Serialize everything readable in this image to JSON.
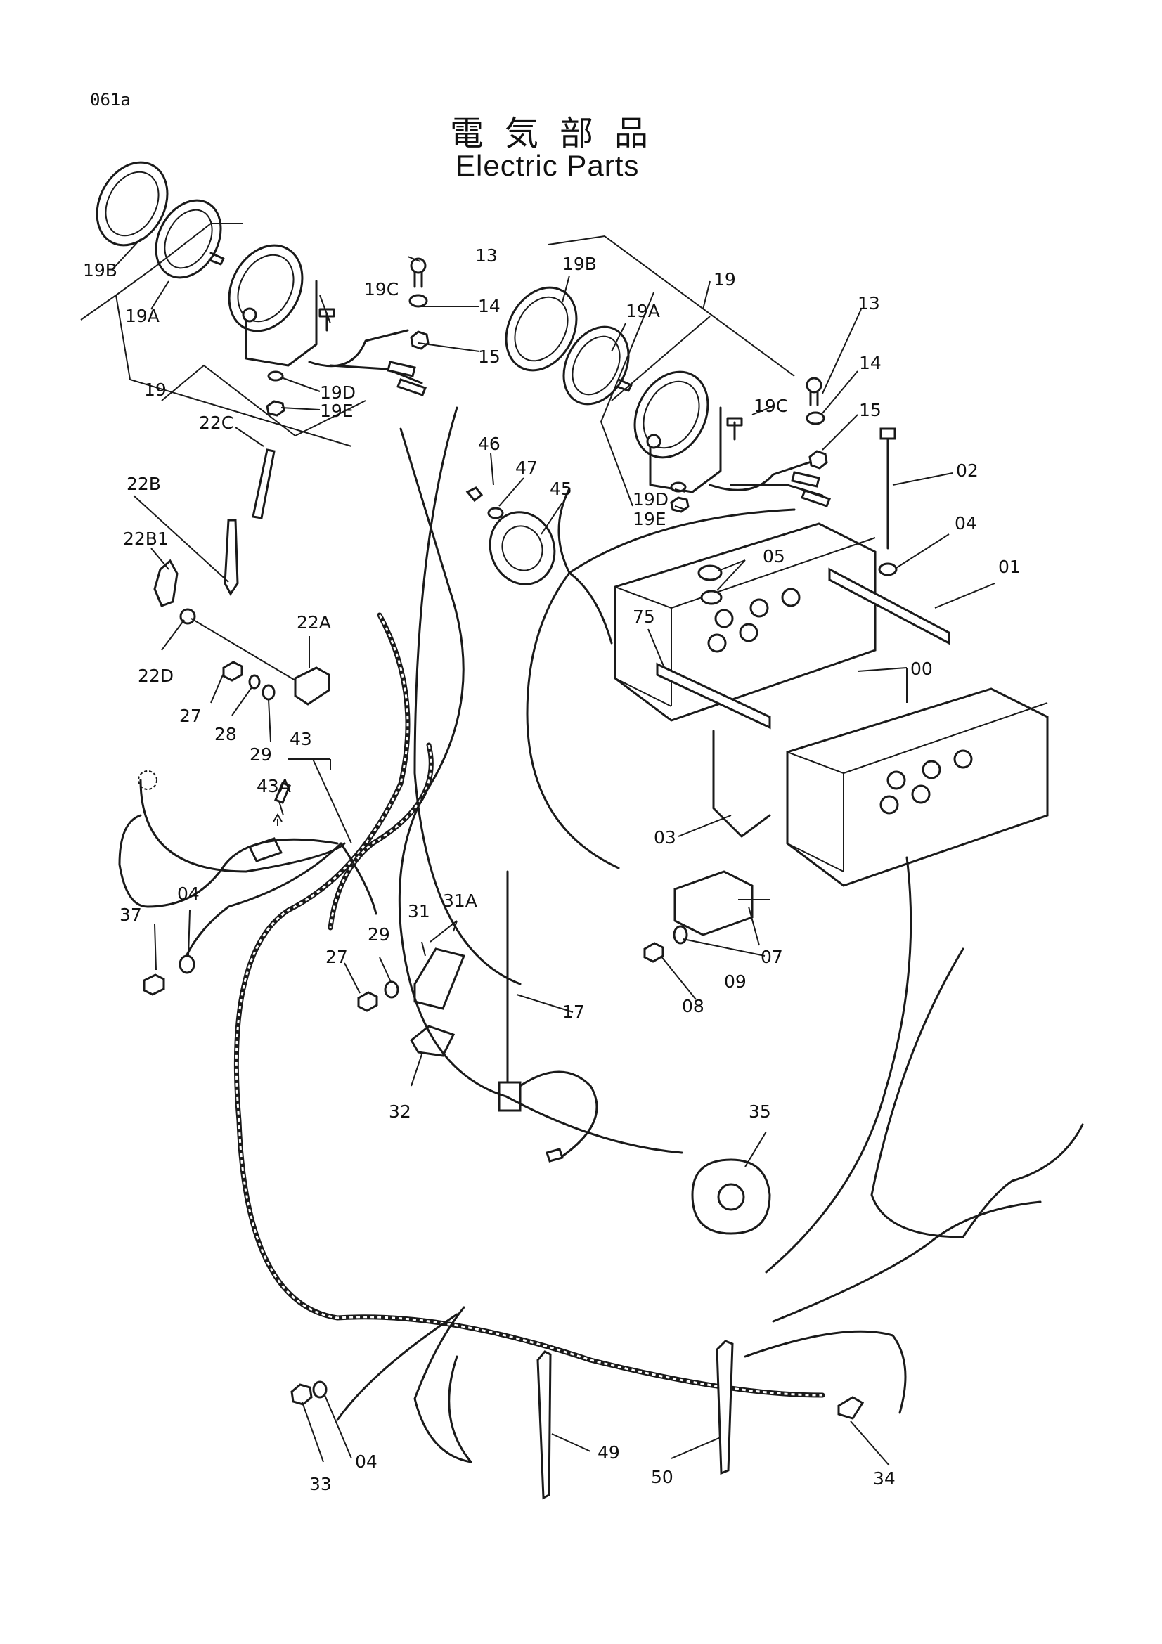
{
  "header": {
    "page_code": "061a",
    "title_jp": "電気部品",
    "title_en": "Electric Parts"
  },
  "callouts": {
    "c19B_l": "19B",
    "c19A_l": "19A",
    "c19_l": "19",
    "c19C_l": "19C",
    "c19D_l": "19D",
    "c19E_l": "19E",
    "c13_l": "13",
    "c14_l": "14",
    "c15_l": "15",
    "c19B_r": "19B",
    "c19A_r": "19A",
    "c19_r": "19",
    "c19C_r": "19C",
    "c19D_r": "19D",
    "c19E_r": "19E",
    "c13_r": "13",
    "c14_r": "14",
    "c15_r": "15",
    "c22C": "22C",
    "c22B": "22B",
    "c22B1": "22B1",
    "c22D": "22D",
    "c22A": "22A",
    "c27_a": "27",
    "c28": "28",
    "c29_a": "29",
    "c43": "43",
    "c43A": "43A",
    "c46": "46",
    "c47": "47",
    "c45": "45",
    "c02": "02",
    "c04_a": "04",
    "c05": "05",
    "c01": "01",
    "c75": "75",
    "c00": "00",
    "c03": "03",
    "c37": "37",
    "c04_b": "04",
    "c31": "31",
    "c31A": "31A",
    "c29_b": "29",
    "c27_b": "27",
    "c32": "32",
    "c17": "17",
    "c07": "07",
    "c09": "09",
    "c08": "08",
    "c35": "35",
    "c33": "33",
    "c04_c": "04",
    "c49": "49",
    "c50": "50",
    "c34": "34"
  }
}
